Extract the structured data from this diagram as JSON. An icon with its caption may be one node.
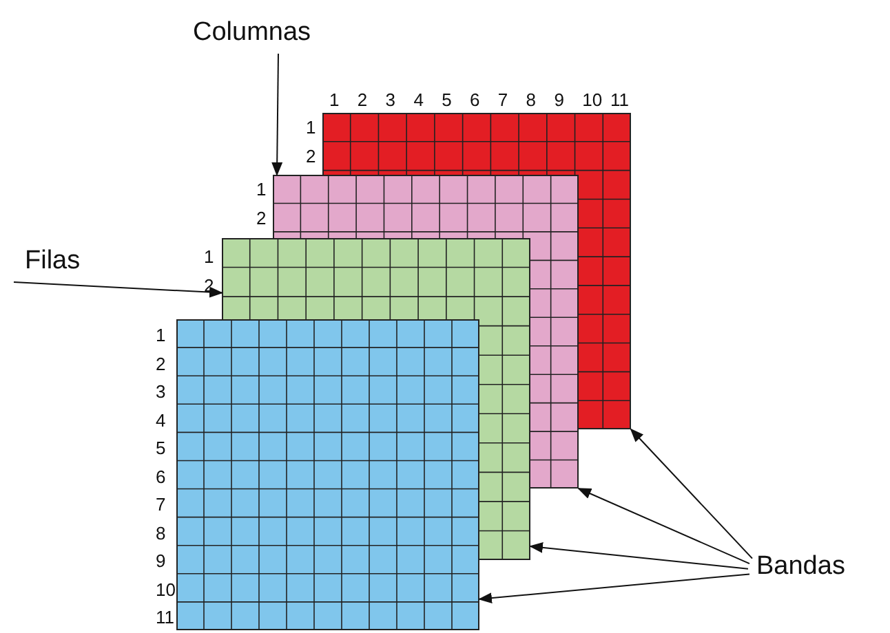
{
  "diagram": {
    "nodes": [
      {
        "text": [
          "Columnas"
        ]
      },
      {
        "text": [
          "Filas"
        ]
      },
      {
        "text": [],
        "shape": "grid",
        "beside": [
          "1",
          "2",
          "3",
          "4",
          "5",
          "6",
          "7",
          "8",
          "9",
          "10",
          "11",
          "1",
          "2"
        ]
      },
      {
        "text": [],
        "shape": "grid",
        "beside": [
          "1",
          "2"
        ]
      },
      {
        "text": [],
        "shape": "grid",
        "beside": [
          "1",
          "2"
        ]
      },
      {
        "text": [],
        "shape": "grid",
        "beside": [
          "1",
          "2",
          "3",
          "4",
          "5",
          "6",
          "7",
          "8",
          "9",
          "10",
          "11"
        ]
      },
      {
        "text": [
          "Bandas"
        ]
      }
    ],
    "edges": [
      {
        "from": 0,
        "to": 3,
        "arrow": "to"
      },
      {
        "from": 1,
        "to": 4,
        "arrow": "to"
      },
      {
        "from": 6,
        "to": 2,
        "arrow": "to"
      },
      {
        "from": 6,
        "to": 3,
        "arrow": "to"
      },
      {
        "from": 6,
        "to": 4,
        "arrow": "to"
      },
      {
        "from": 6,
        "to": 5,
        "arrow": "to"
      }
    ]
  }
}
